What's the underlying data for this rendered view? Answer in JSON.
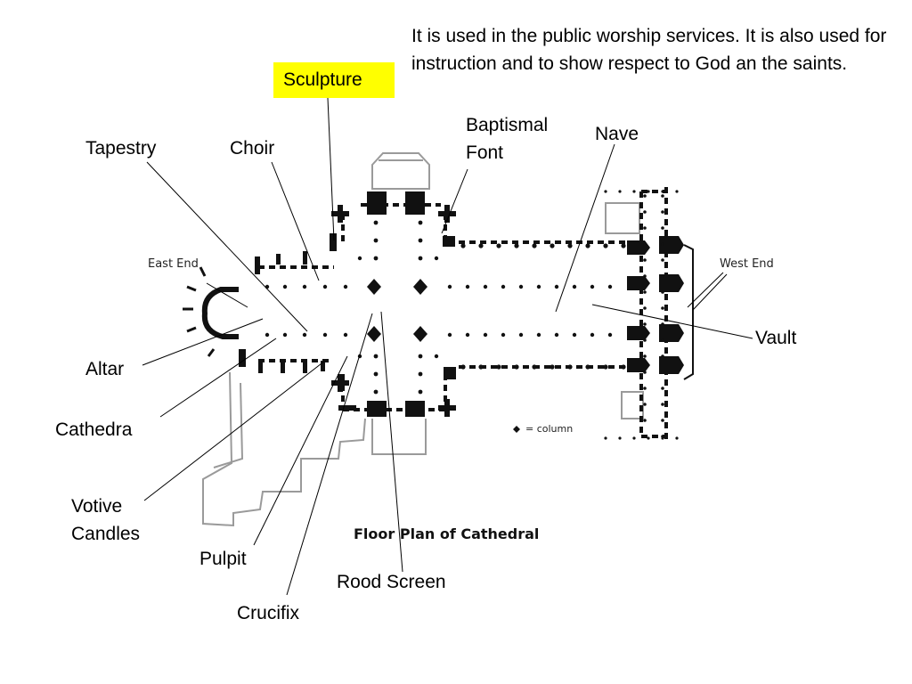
{
  "description": "It is used in the public worship services. It is also used for instruction and to show respect to God an the saints.",
  "plan": {
    "title": "Floor Plan of Cathedral",
    "east_end": "East End",
    "west_end": "West End",
    "legend": "= column"
  },
  "labels": {
    "sculpture": "Sculpture",
    "tapestry": "Tapestry",
    "choir": "Choir",
    "baptismal_line1": "Baptismal",
    "baptismal_line2": "Font",
    "nave": "Nave",
    "vault": "Vault",
    "altar": "Altar",
    "cathedra": "Cathedra",
    "votive_line1": "Votive",
    "votive_line2": "Candles",
    "pulpit": "Pulpit",
    "rood_screen": "Rood Screen",
    "crucifix": "Crucifix"
  },
  "colors": {
    "highlight": "#ffff00",
    "plan_ink": "#111111",
    "outline": "#999999"
  }
}
